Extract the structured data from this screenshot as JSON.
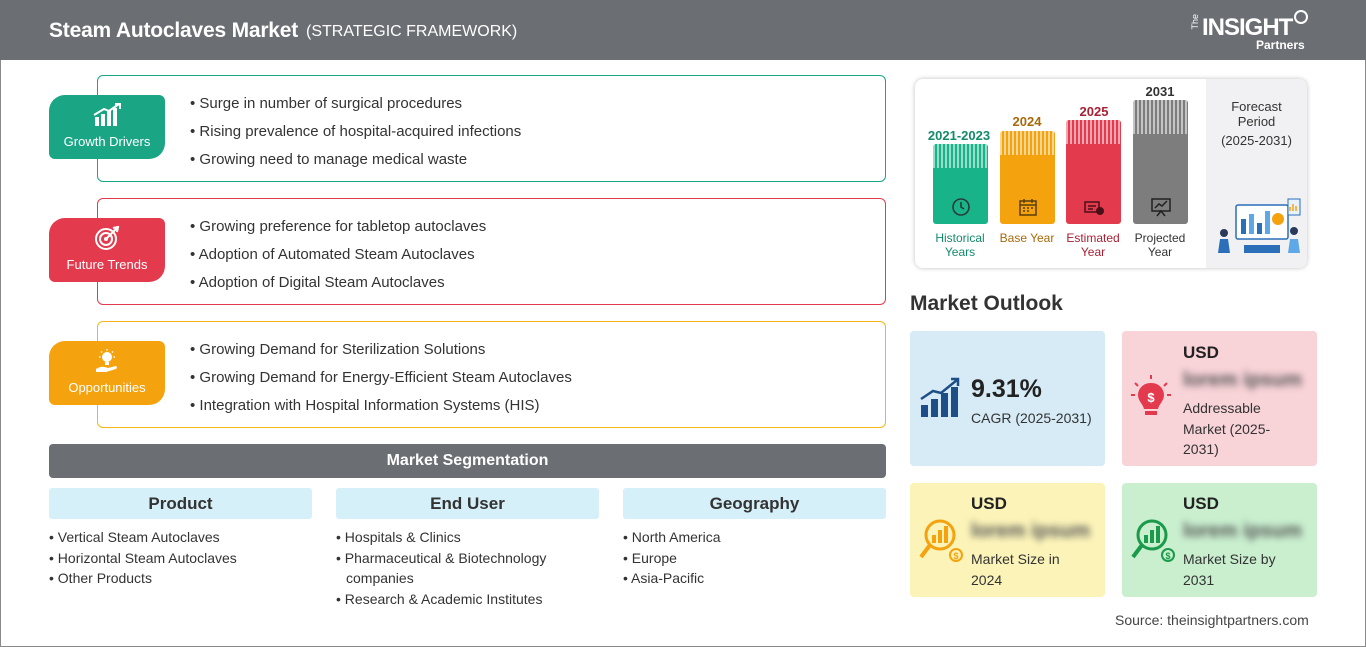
{
  "header": {
    "title": "Steam Autoclaves Market",
    "subtitle": "(STRATEGIC FRAMEWORK)",
    "logo": {
      "the": "The",
      "insight": "INSIGHT",
      "partners": "Partners"
    }
  },
  "framework": [
    {
      "label": "Growth Drivers",
      "color": "#1aa585",
      "icon": "growth-chart-icon",
      "items": [
        "Surge in number of surgical procedures",
        "Rising prevalence of hospital-acquired infections",
        "Growing need to manage medical waste"
      ]
    },
    {
      "label": "Future Trends",
      "color": "#e33a4e",
      "icon": "target-icon",
      "items": [
        "Growing preference for tabletop autoclaves",
        "Adoption of Automated Steam Autoclaves",
        "Adoption of Digital Steam Autoclaves"
      ]
    },
    {
      "label": "Opportunities",
      "color": "#f5a20f",
      "icon": "lightbulb-hand-icon",
      "items": [
        "Growing Demand for Sterilization Solutions",
        "Growing Demand for Energy-Efficient Steam Autoclaves",
        "Integration with Hospital Information Systems (HIS)"
      ]
    }
  ],
  "segmentation": {
    "title": "Market Segmentation",
    "columns": [
      {
        "heading": "Product",
        "items": [
          "Vertical Steam Autoclaves",
          "Horizontal Steam Autoclaves",
          "Other Products"
        ]
      },
      {
        "heading": "End User",
        "items": [
          "Hospitals & Clinics",
          "Pharmaceutical & Biotechnology companies",
          "Research & Academic Institutes"
        ]
      },
      {
        "heading": "Geography",
        "items": [
          "North America",
          "Europe",
          "Asia-Pacific"
        ]
      }
    ]
  },
  "timeline": {
    "bars": [
      {
        "year": "2021-2023",
        "label": "Historical Years",
        "color": "#19b38a",
        "text_color": "#138a6b",
        "icon": "history-clock-icon"
      },
      {
        "year": "2024",
        "label": "Base Year",
        "color": "#f5a20f",
        "text_color": "#a8690a",
        "icon": "calendar-icon"
      },
      {
        "year": "2025",
        "label": "Estimated Year",
        "color": "#e33a4e",
        "text_color": "#a81f33",
        "icon": "estimate-icon"
      },
      {
        "year": "2031",
        "label": "Projected Year",
        "color": "#7d7d7d",
        "text_color": "#333333",
        "icon": "projection-board-icon"
      }
    ],
    "forecast_title": "Forecast Period",
    "forecast_period": "(2025-2031)"
  },
  "outlook": {
    "title": "Market Outlook",
    "cagr": {
      "value": "9.31%",
      "label": "CAGR (2025-2031)",
      "bg": "#d6ebf6",
      "icon": "bar-growth-icon"
    },
    "addressable": {
      "currency": "USD",
      "value": "lorem ipsum",
      "label": "Addressable Market (2025-2031)",
      "bg": "#f8d3d8",
      "icon": "dollar-bulb-icon"
    },
    "size_2024": {
      "currency": "USD",
      "value": "lorem ipsum",
      "label": "Market Size in 2024",
      "bg": "#fbf3b8",
      "icon": "market-search-icon"
    },
    "size_2031": {
      "currency": "USD",
      "value": "lorem ipsum",
      "label": "Market Size by 2031",
      "bg": "#c9efcf",
      "icon": "market-search-icon"
    }
  },
  "source": "Source: theinsightpartners.com"
}
